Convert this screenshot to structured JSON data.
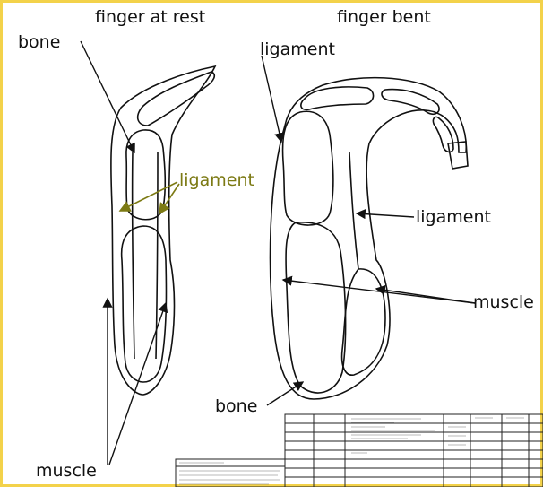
{
  "labels": {
    "finger_at_rest": "finger at rest",
    "finger_bent": "finger bent",
    "bone_top": "bone",
    "ligament_top": "ligament",
    "ligament_rest": "ligament",
    "ligament_right": "ligament",
    "muscle_right": "muscle",
    "bone_bottom": "bone",
    "muscle_bottom": "muscle"
  },
  "colors": {
    "frame_border": "#f3d24a",
    "ink": "#111111",
    "ligament_highlight": "#7c7a14"
  }
}
